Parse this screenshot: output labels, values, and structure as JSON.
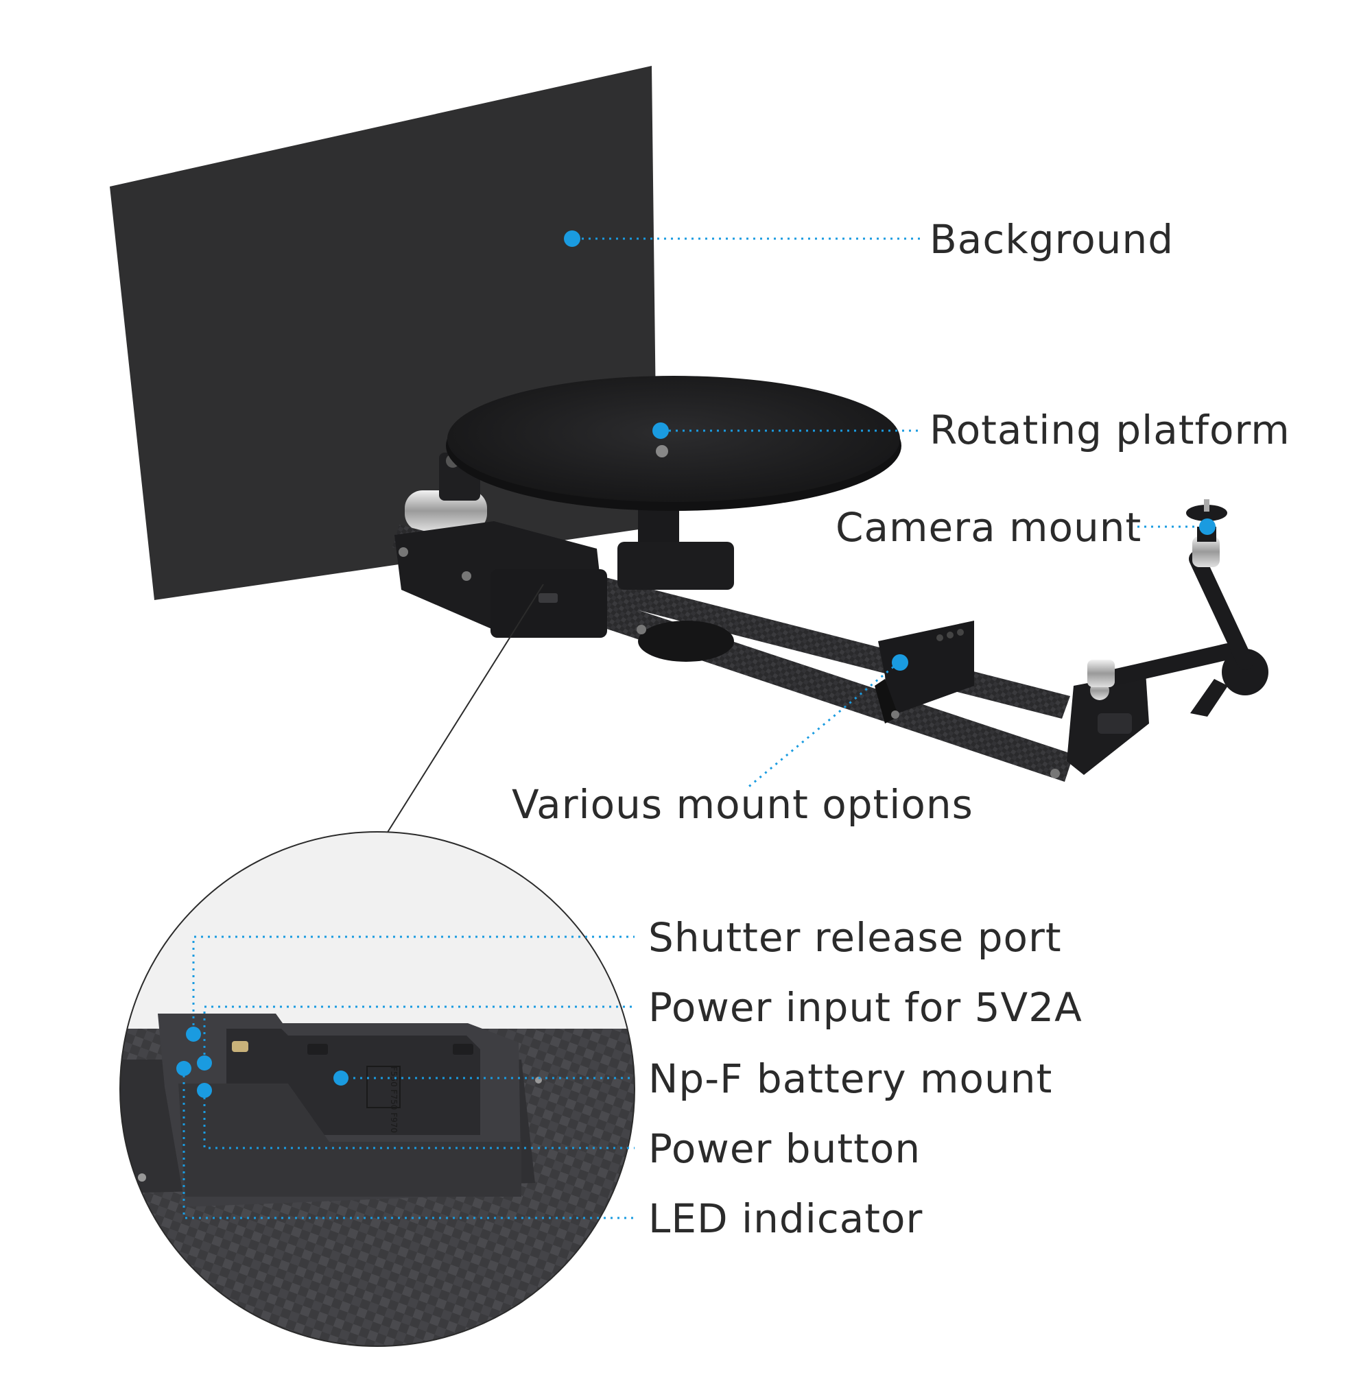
{
  "callouts": {
    "background": "Background",
    "rotating_platform": "Rotating platform",
    "camera_mount": "Camera mount",
    "various_mount_options": "Various mount options",
    "shutter_release_port": "Shutter release port",
    "power_input": "Power input for 5V2A",
    "battery_mount": "Np-F battery mount",
    "power_button": "Power button",
    "led_indicator": "LED indicator"
  },
  "battery_plate_marking": "F550 F750 F970",
  "colors": {
    "accent_dot": "#1a9be0",
    "label_text": "#2b2b2b",
    "panel": "#2f2f30",
    "metal_dark": "#1c1c1e"
  }
}
